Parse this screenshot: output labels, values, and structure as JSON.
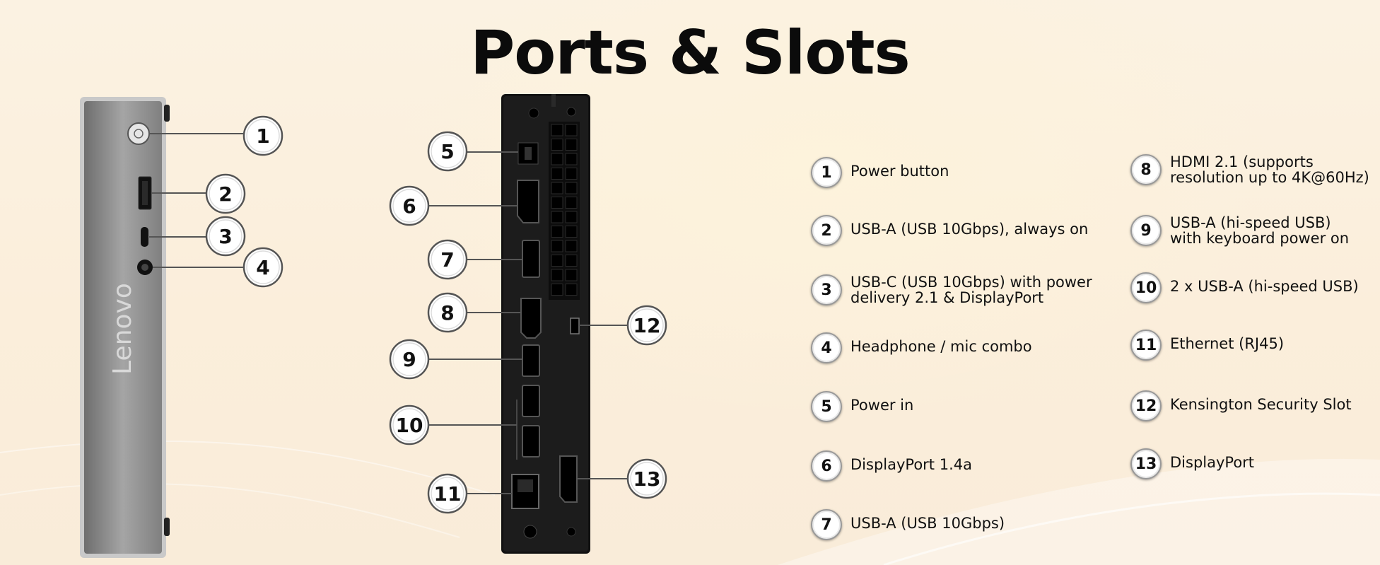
{
  "title": "Ports & Slots",
  "brand_logo_text": "Lenovo",
  "callouts": [
    {
      "id": "1"
    },
    {
      "id": "2"
    },
    {
      "id": "3"
    },
    {
      "id": "4"
    },
    {
      "id": "5"
    },
    {
      "id": "6"
    },
    {
      "id": "7"
    },
    {
      "id": "8"
    },
    {
      "id": "9"
    },
    {
      "id": "10"
    },
    {
      "id": "11"
    },
    {
      "id": "12"
    },
    {
      "id": "13"
    }
  ],
  "legend": [
    {
      "num": "1",
      "lines": [
        "Power button"
      ]
    },
    {
      "num": "2",
      "lines": [
        "USB-A (USB 10Gbps), always on"
      ]
    },
    {
      "num": "3",
      "lines": [
        "USB-C (USB 10Gbps) with power",
        "delivery 2.1 & DisplayPort"
      ]
    },
    {
      "num": "4",
      "lines": [
        "Headphone / mic combo"
      ]
    },
    {
      "num": "5",
      "lines": [
        "Power in"
      ]
    },
    {
      "num": "6",
      "lines": [
        "DisplayPort 1.4a"
      ]
    },
    {
      "num": "7",
      "lines": [
        "USB-A (USB 10Gbps)"
      ]
    },
    {
      "num": "8",
      "lines": [
        "HDMI 2.1 (supports",
        "resolution up to 4K@60Hz)"
      ]
    },
    {
      "num": "9",
      "lines": [
        "USB-A (hi-speed USB)",
        "with keyboard power on"
      ]
    },
    {
      "num": "10",
      "lines": [
        "2 x USB-A (hi-speed USB)"
      ]
    },
    {
      "num": "11",
      "lines": [
        "Ethernet (RJ45)"
      ]
    },
    {
      "num": "12",
      "lines": [
        "Kensington Security Slot"
      ]
    },
    {
      "num": "13",
      "lines": [
        "DisplayPort"
      ]
    }
  ],
  "colors": {
    "background": "#fbf0dd",
    "title": "#0b0b0b",
    "chassis_front": "#8c8c8c",
    "chassis_rear": "#1a1a1a"
  }
}
